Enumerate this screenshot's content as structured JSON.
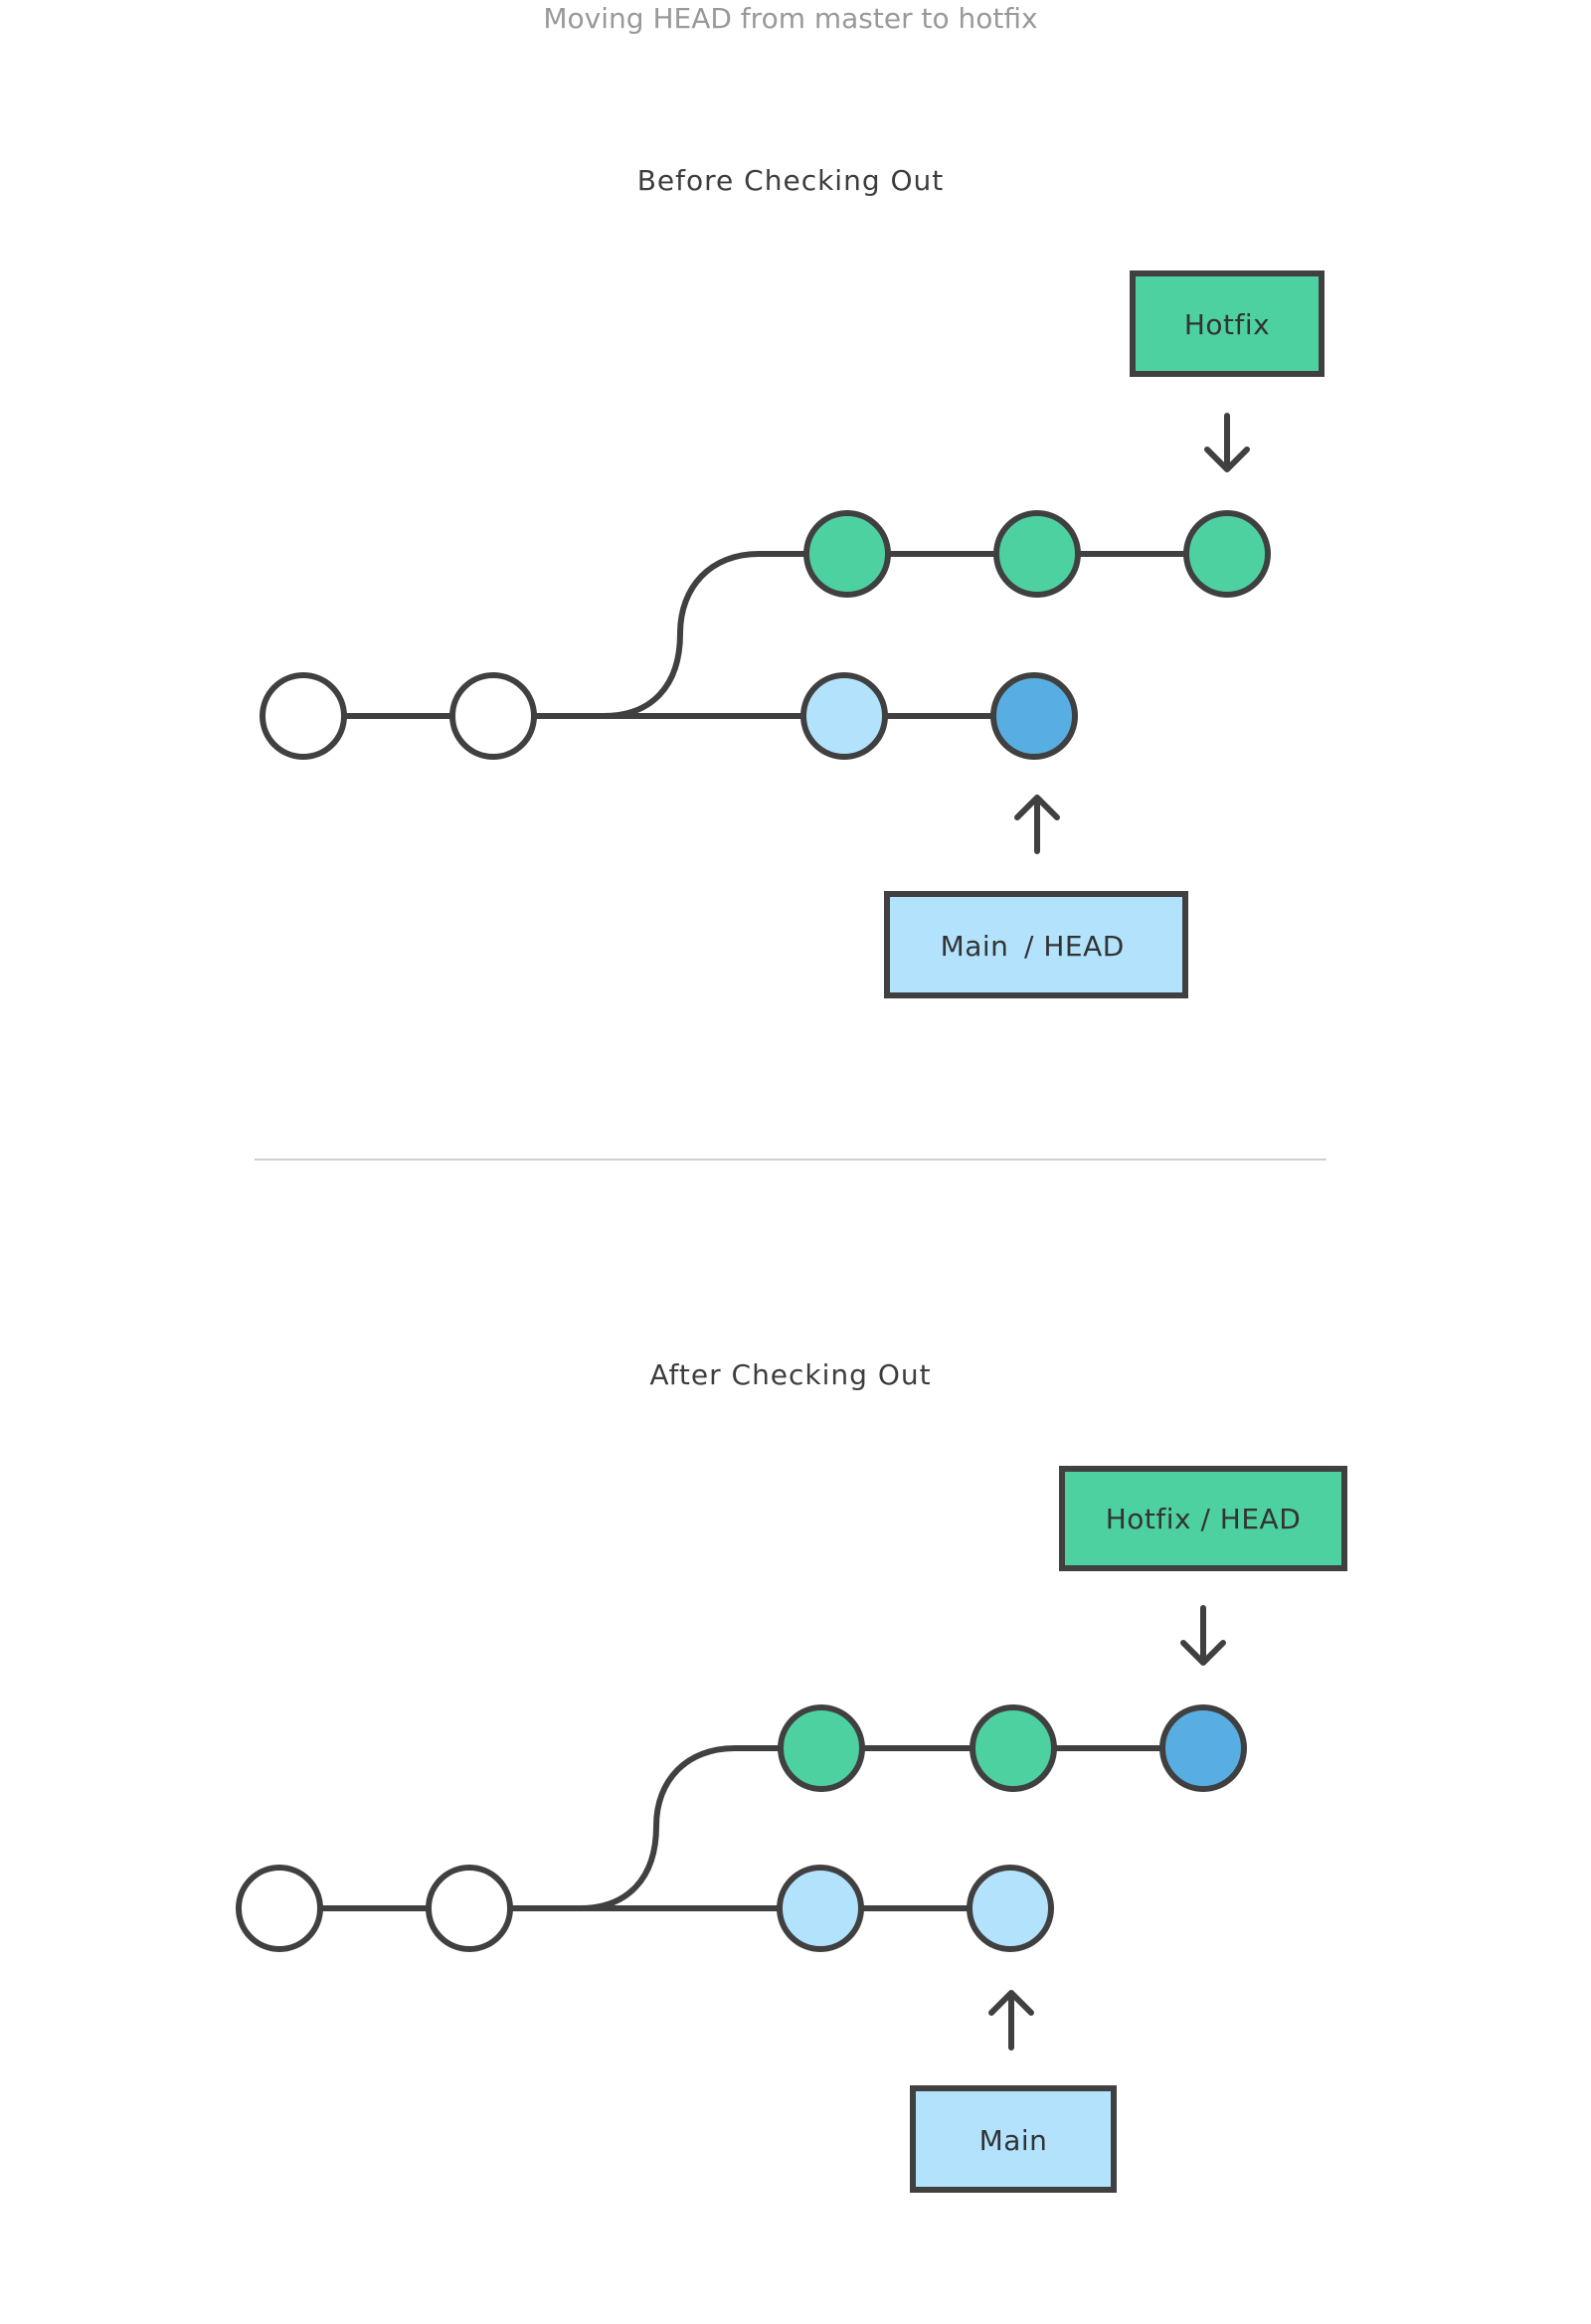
{
  "caption": "Moving HEAD from master to hotfix",
  "colors": {
    "stroke": "#404040",
    "hotfix": "#4ed1a0",
    "main": "#b3e2fd",
    "head": "#58aee2",
    "empty": "#ffffff"
  },
  "before": {
    "title": "Before Checking Out",
    "hotfix_label": "Hotfix",
    "main_label": "Main",
    "main_head_suffix": "/ HEAD",
    "head_on": "main"
  },
  "after": {
    "title": "After Checking Out",
    "hotfix_label": "Hotfix / HEAD",
    "main_label": "Main",
    "head_on": "hotfix"
  }
}
